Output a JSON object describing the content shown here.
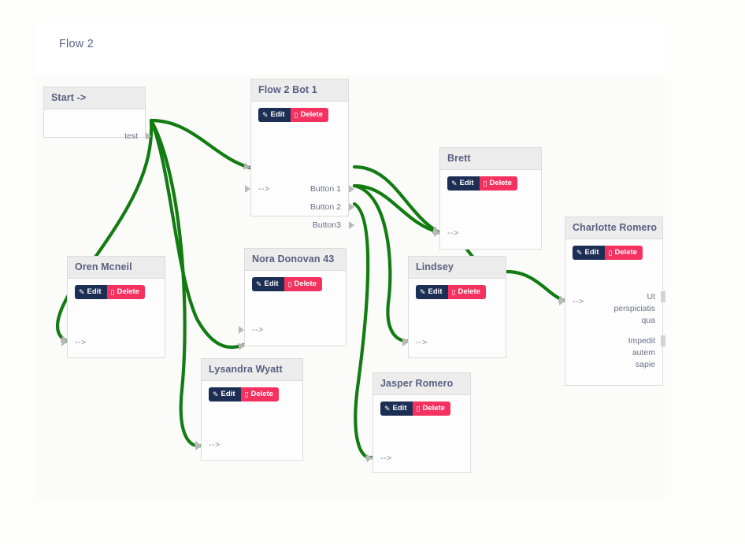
{
  "header": {
    "title": "Flow 2"
  },
  "canvas": {
    "edge_color": "#127c12",
    "node_header_bg": "#ececec",
    "edit_color": "#1d2e54",
    "delete_color": "#f5315f"
  },
  "buttons": {
    "edit_label": "Edit",
    "delete_label": "Delete",
    "edit_icon": "pencil-square-icon",
    "delete_icon": "trash-icon"
  },
  "nodes": [
    {
      "id": "start",
      "title": "Start ->",
      "has_actions": false,
      "out_ports": [
        "test"
      ],
      "in_ports": []
    },
    {
      "id": "flow2bot1",
      "title": "Flow 2 Bot 1",
      "has_actions": true,
      "in_ports": [
        "-->"
      ],
      "out_ports": [
        "Button 1",
        "Button 2",
        "Button3"
      ]
    },
    {
      "id": "oren",
      "title": "Oren Mcneil",
      "has_actions": true,
      "in_ports": [
        "-->"
      ],
      "out_ports": []
    },
    {
      "id": "nora",
      "title": "Nora Donovan 43",
      "has_actions": true,
      "in_ports": [
        "-->"
      ],
      "out_ports": []
    },
    {
      "id": "lysandra",
      "title": "Lysandra Wyatt",
      "has_actions": true,
      "in_ports": [
        "-->"
      ],
      "out_ports": []
    },
    {
      "id": "jasper",
      "title": "Jasper Romero",
      "has_actions": true,
      "in_ports": [
        "-->"
      ],
      "out_ports": []
    },
    {
      "id": "lindsey",
      "title": "Lindsey",
      "has_actions": true,
      "in_ports": [
        "-->"
      ],
      "out_ports": []
    },
    {
      "id": "brett",
      "title": "Brett",
      "has_actions": true,
      "in_ports": [
        "-->"
      ],
      "out_ports": []
    },
    {
      "id": "charlotte",
      "title": "Charlotte Romero",
      "has_actions": true,
      "in_ports": [
        "-->"
      ],
      "out_ports": [
        "Ut perspiciatis qua",
        "Impedit autem sapie"
      ]
    }
  ],
  "node_text": {
    "start_title": "Start ->",
    "start_out_test": "test",
    "bot_title": "Flow 2 Bot 1",
    "bot_in": "-->",
    "bot_btn1": "Button 1",
    "bot_btn2": "Button 2",
    "bot_btn3": "Button3",
    "oren_title": "Oren Mcneil",
    "oren_in": "-->",
    "nora_title": "Nora Donovan 43",
    "nora_in": "-->",
    "lysandra_title": "Lysandra Wyatt",
    "lysandra_in": "-->",
    "jasper_title": "Jasper Romero",
    "jasper_in": "-->",
    "lindsey_title": "Lindsey",
    "lindsey_in": "-->",
    "brett_title": "Brett",
    "brett_in": "-->",
    "charlotte_title": "Charlotte Romero",
    "charlotte_in": "-->",
    "charlotte_out1_l1": "Ut",
    "charlotte_out1_l2": "perspiciatis",
    "charlotte_out1_l3": "qua",
    "charlotte_out2_l1": "Impedit",
    "charlotte_out2_l2": "autem",
    "charlotte_out2_l3": "sapie"
  }
}
